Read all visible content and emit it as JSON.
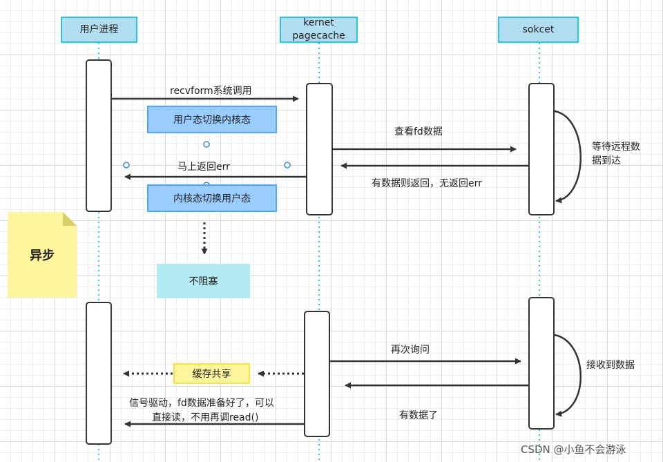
{
  "colors": {
    "header_fill": "#b1ddf0",
    "header_border": "#26c6da",
    "lifeline": "#2fbfd6",
    "arrow": "#333333",
    "mode_box_fill": "#99ccff",
    "mode_box_border": "#4da6ff",
    "note_fill": "#fff59d",
    "teal_box_fill": "#b2ebf2",
    "yellow_box_fill": "#fff59d",
    "yellow_box_border": "#f5e342"
  },
  "headers": {
    "user": "用户进程",
    "kernel": "kernet\npagecache",
    "socket": "sokcet"
  },
  "nonblocking": {
    "call": "recvform系统调用",
    "user_to_kernel": "用户态切换内核态",
    "check_fd": "查看fd数据",
    "return_err": "马上返回err",
    "socket_reply": "有数据则返回，无返回err",
    "wait_remote": "等待远程数\n据到达",
    "kernel_to_user": "内核态切换用户态",
    "no_block": "不阻塞"
  },
  "note": {
    "label": "异步"
  },
  "async_flow": {
    "ask_again": "再次询问",
    "data_ready": "有数据了",
    "receive": "接收到数据",
    "shared_cache": "缓存共享",
    "signal_line1": "信号驱动，fd数据准备好了，可以",
    "signal_line2": "直接读，不用再调read()"
  },
  "watermark": "CSDN @小鱼不会游泳",
  "icons": {
    "arrow_head": "filled-triangle",
    "self_loop": "curved-arrow",
    "handle": "hollow-circle",
    "note_corner": "folded-corner"
  }
}
